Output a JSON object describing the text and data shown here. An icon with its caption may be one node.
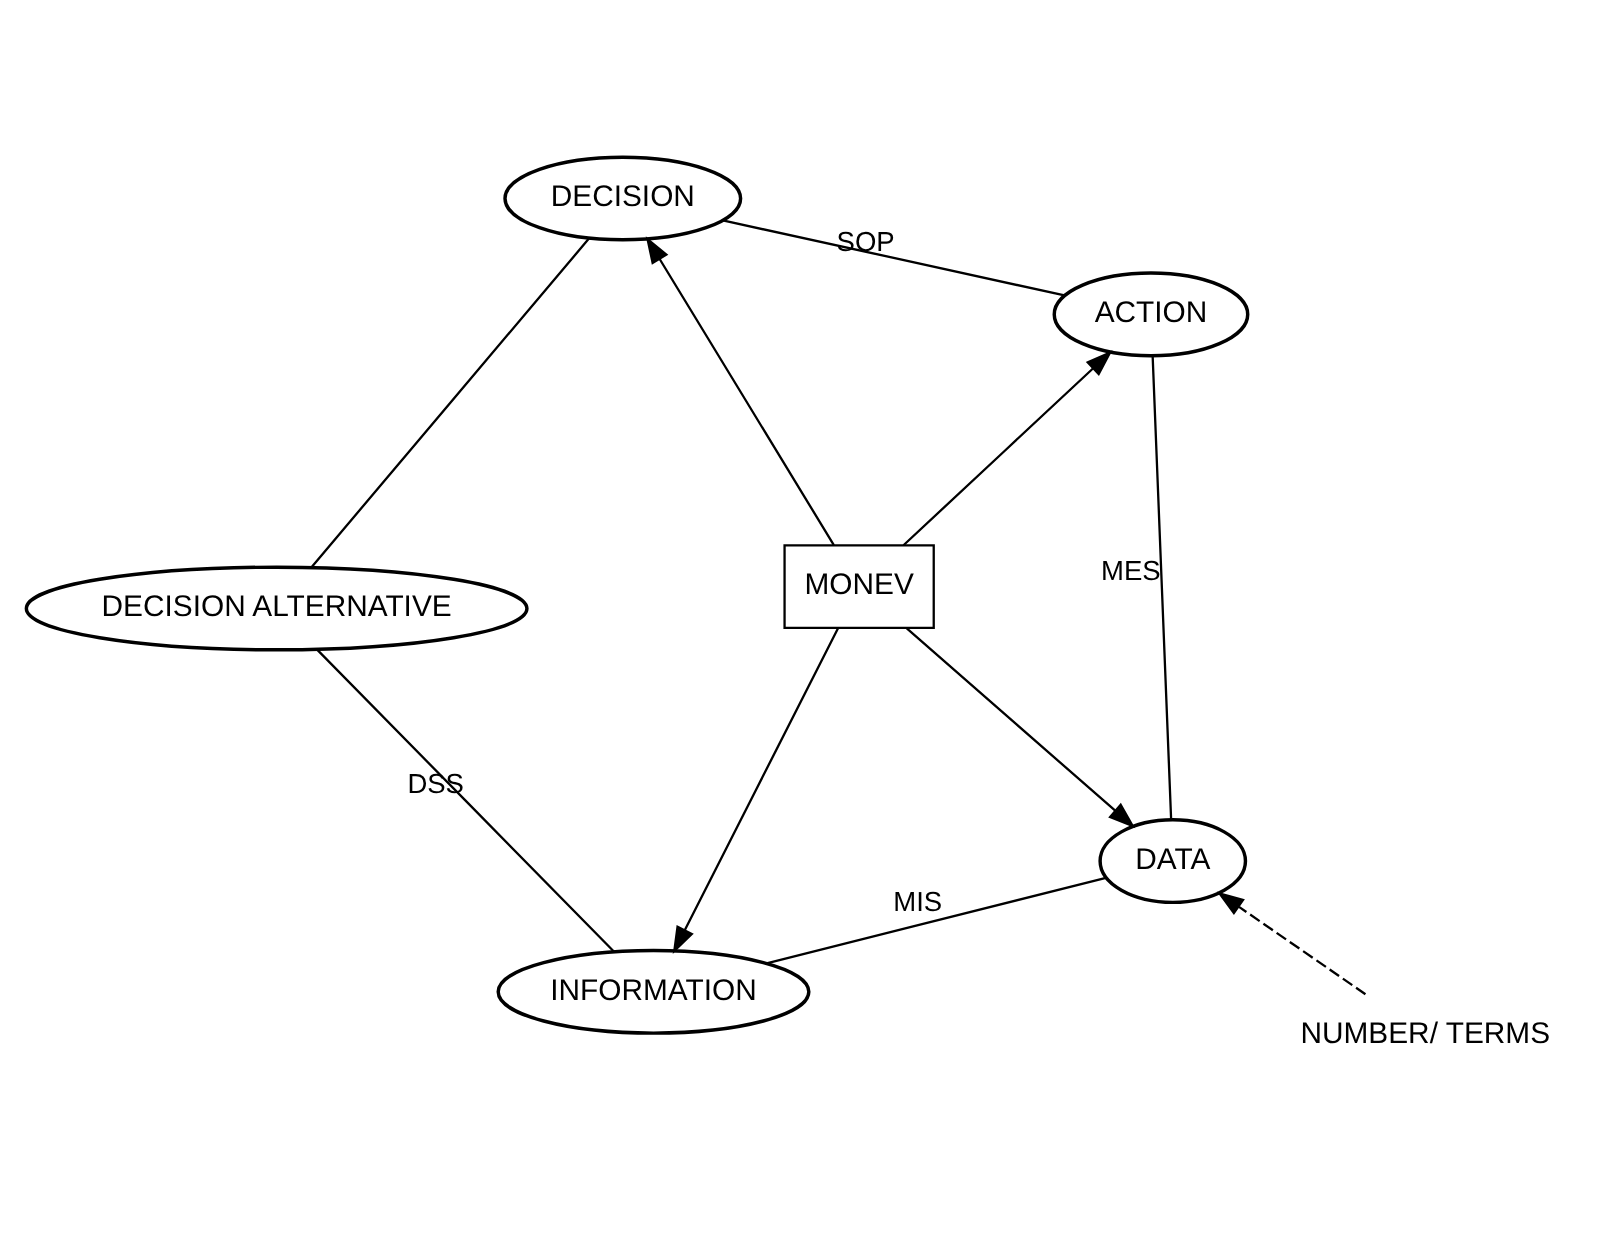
{
  "diagram": {
    "nodes": [
      {
        "text": [
          "INFORMATION"
        ]
      },
      {
        "text": [
          "NUMBER/ TERMS"
        ]
      },
      {
        "text": [
          "DATA"
        ]
      },
      {
        "text": [
          "DECISION ALTERNATIVE"
        ]
      },
      {
        "text": [
          "MONEV"
        ]
      },
      {
        "text": [
          "ACTION"
        ]
      },
      {
        "text": [
          "DECISION"
        ]
      }
    ],
    "edges": [
      {
        "from": 2,
        "to": 0,
        "arrow": "none",
        "label": "MIS"
      },
      {
        "from": 0,
        "to": 3,
        "arrow": "none",
        "label": "DSS"
      },
      {
        "from": 3,
        "to": 6,
        "arrow": "none"
      },
      {
        "from": 6,
        "to": 5,
        "arrow": "none",
        "label": "SOP"
      },
      {
        "from": 5,
        "to": 2,
        "arrow": "none",
        "label": "MES"
      },
      {
        "from": 1,
        "to": 2,
        "arrow": "to",
        "style": "dashed"
      },
      {
        "from": 4,
        "to": 0,
        "arrow": "to"
      },
      {
        "from": 4,
        "to": 2,
        "arrow": "to"
      },
      {
        "from": 4,
        "to": 5,
        "arrow": "to"
      },
      {
        "from": 4,
        "to": 6,
        "arrow": "to"
      }
    ]
  }
}
